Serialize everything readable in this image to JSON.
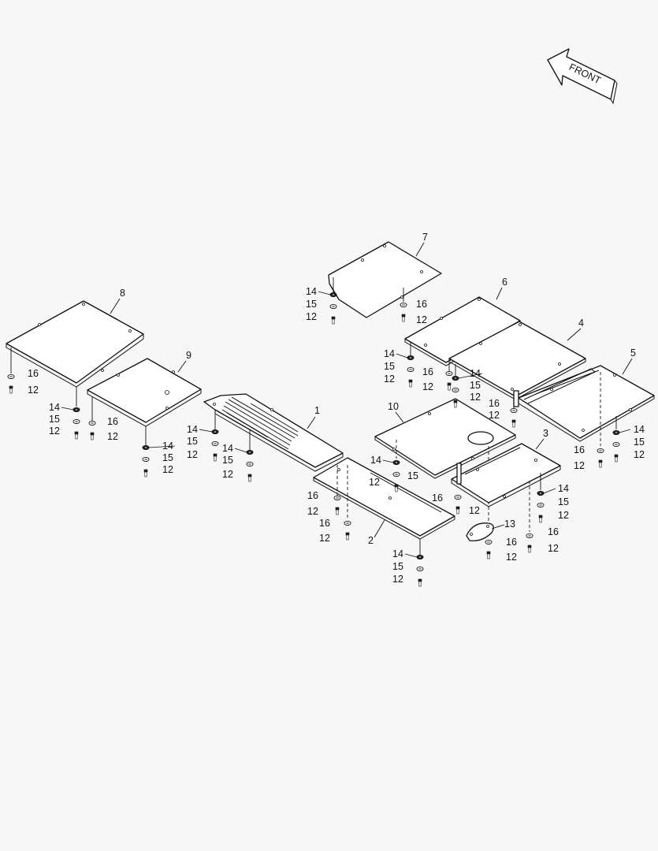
{
  "front_arrow": {
    "label": "FRONT"
  },
  "callouts": [
    {
      "id": "c1",
      "text": "1"
    },
    {
      "id": "c2",
      "text": "2"
    },
    {
      "id": "c3",
      "text": "3"
    },
    {
      "id": "c4",
      "text": "4"
    },
    {
      "id": "c5",
      "text": "5"
    },
    {
      "id": "c6",
      "text": "6"
    },
    {
      "id": "c7",
      "text": "7"
    },
    {
      "id": "c8",
      "text": "8"
    },
    {
      "id": "c9",
      "text": "9"
    },
    {
      "id": "c10",
      "text": "10"
    },
    {
      "id": "c13",
      "text": "13"
    }
  ],
  "hardware_labels": [
    "14",
    "15",
    "12",
    "16",
    "12",
    "14",
    "15",
    "12",
    "16",
    "12",
    "16",
    "12",
    "14",
    "15",
    "12",
    "14",
    "15",
    "12",
    "16",
    "12",
    "14",
    "15",
    "12",
    "14",
    "15",
    "12",
    "16",
    "12",
    "16",
    "12",
    "14",
    "15",
    "12",
    "14",
    "15",
    "12",
    "16",
    "12",
    "16",
    "12",
    "14",
    "15",
    "12",
    "16",
    "12",
    "14",
    "15",
    "12",
    "16",
    "12"
  ]
}
